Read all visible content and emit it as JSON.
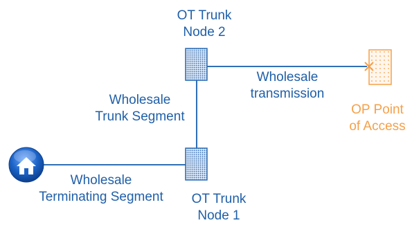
{
  "colors": {
    "line": "#2f6fb6",
    "text_blue": "#1f5fa8",
    "access_orange": "#f5a04a",
    "home_circle": "#1b62c6",
    "node_fill": "#c9d6ea"
  },
  "labels": {
    "node2": "OT Trunk\nNode 2",
    "node1": "OT Trunk\nNode 1",
    "trunk_segment": "Wholesale\nTrunk Segment",
    "transmission": "Wholesale\ntransmission",
    "terminating_segment": "Wholesale\nTerminating Segment",
    "point_of_access": "OP Point\nof Access"
  },
  "icons": {
    "home": "home-icon",
    "access_marker": "x-mark-icon"
  }
}
